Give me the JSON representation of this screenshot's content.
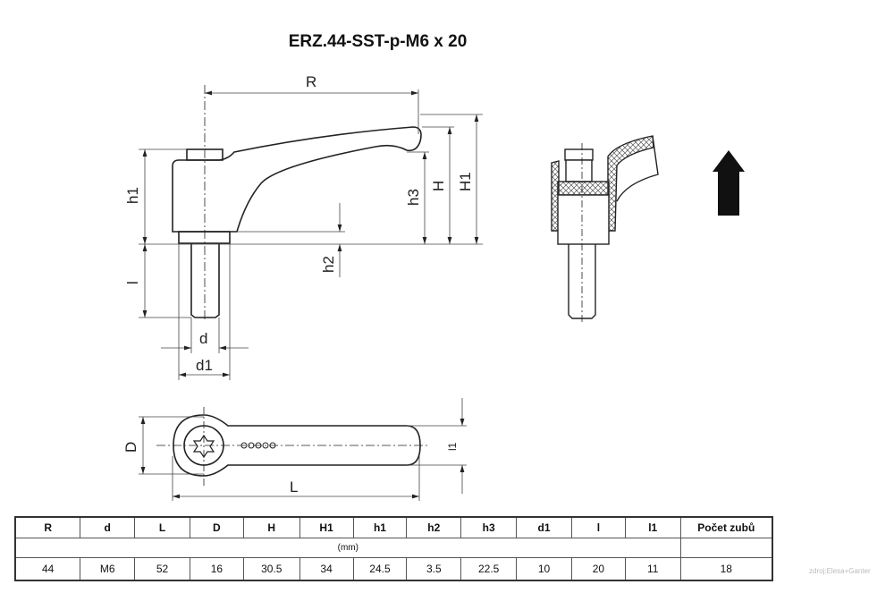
{
  "title": "ERZ.44-SST-p-M6 x 20",
  "drawing_labels": {
    "R": "R",
    "h1": "h1",
    "l": "l",
    "d": "d",
    "d1": "d1",
    "h2": "h2",
    "h3": "h3",
    "H": "H",
    "H1": "H1",
    "D": "D",
    "L": "L",
    "l1": "l1"
  },
  "table": {
    "headers": [
      "R",
      "d",
      "L",
      "D",
      "H",
      "H1",
      "h1",
      "h2",
      "h3",
      "d1",
      "l",
      "l1",
      "Počet zubů"
    ],
    "unit": "(mm)",
    "values": [
      "44",
      "M6",
      "52",
      "16",
      "30.5",
      "34",
      "24.5",
      "3.5",
      "22.5",
      "10",
      "20",
      "11",
      "18"
    ]
  },
  "credit": "zdroj:Elesa+Ganter"
}
